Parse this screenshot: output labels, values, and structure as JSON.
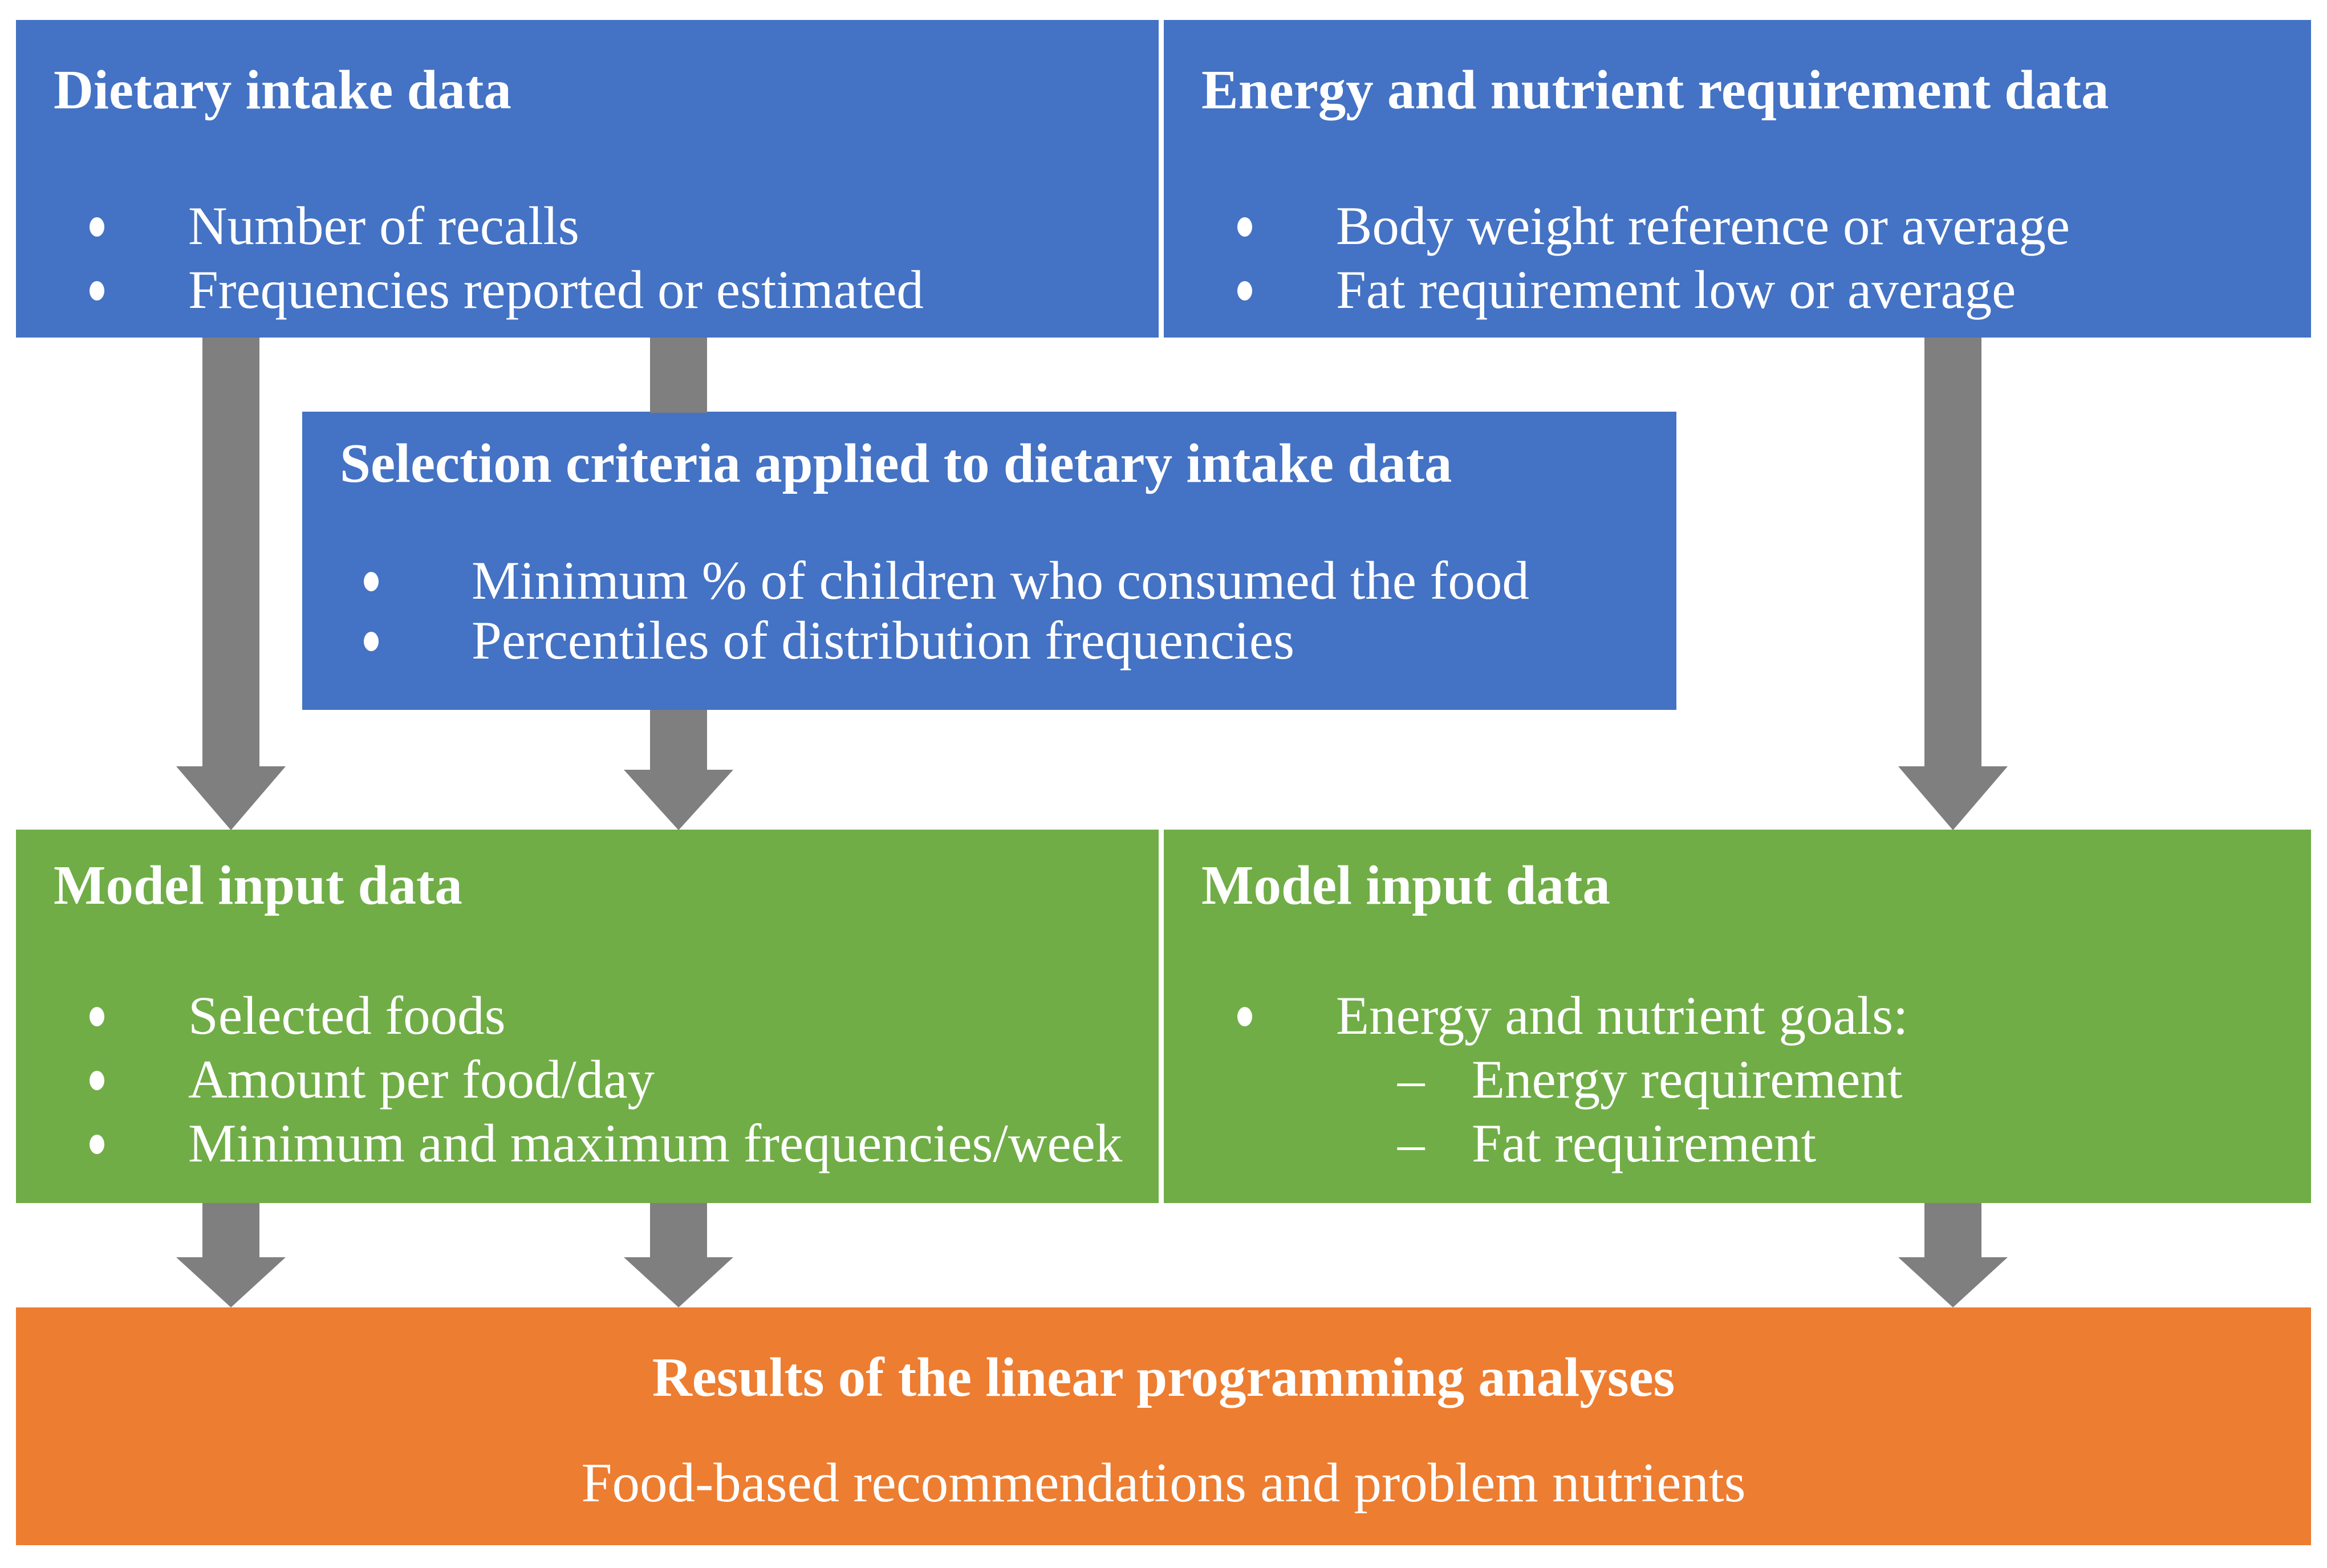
{
  "diagram": {
    "colors": {
      "box_blue": "#4472c4",
      "box_green": "#70ad47",
      "box_orange": "#ed7d31",
      "arrow_gray": "#7f7f7f",
      "text": "#ffffff",
      "background": "#ffffff"
    },
    "dietary_box": {
      "title": "Dietary intake data",
      "bullets": [
        "Number of recalls",
        "Frequencies reported or estimated"
      ]
    },
    "requirement_box": {
      "title": "Energy and nutrient requirement data",
      "bullets": [
        "Body weight reference or average",
        "Fat requirement low or average"
      ]
    },
    "selection_box": {
      "title": "Selection criteria applied to dietary intake data",
      "bullets": [
        "Minimum % of children who consumed the food",
        "Percentiles of distribution frequencies"
      ]
    },
    "model_input_left_box": {
      "title": "Model input data",
      "bullets": [
        "Selected foods",
        "Amount per food/day",
        "Minimum and maximum frequencies/week"
      ]
    },
    "model_input_right_box": {
      "title": "Model input data",
      "bullets": [
        "Energy and nutrient goals:"
      ],
      "sub_marker": "–",
      "sub_bullets": [
        "Energy requirement",
        "Fat requirement"
      ]
    },
    "results_box": {
      "title": "Results of the linear programming analyses",
      "subtitle": "Food-based recommendations and problem nutrients"
    }
  }
}
